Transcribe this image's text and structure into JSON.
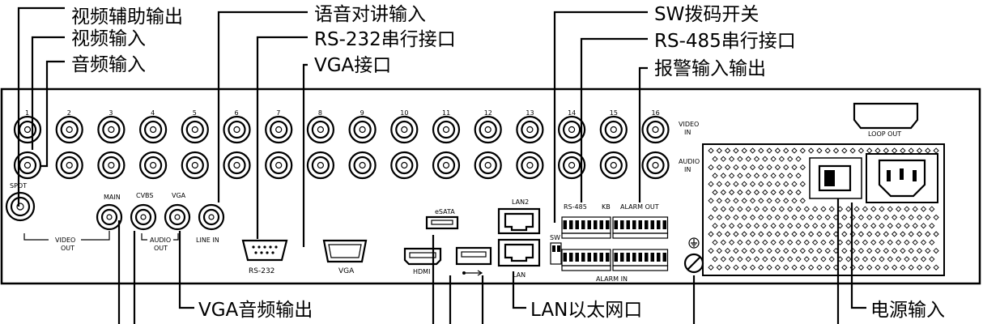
{
  "callouts": {
    "video_aux_out": "视频辅助输出",
    "video_in": "视频输入",
    "audio_in": "音频输入",
    "intercom_in": "语音对讲输入",
    "rs232_port": "RS-232串行接口",
    "vga_port": "VGA接口",
    "sw_dip": "SW拨码开关",
    "rs485_port": "RS-485串行接口",
    "alarm_io": "报警输入输出",
    "vga_audio_out": "VGA音频输出",
    "lan_port": "LAN以太网口",
    "power_in": "电源输入"
  },
  "panel": {
    "channels": [
      "1",
      "2",
      "3",
      "4",
      "5",
      "6",
      "7",
      "8",
      "9",
      "10",
      "11",
      "12",
      "13",
      "14",
      "15",
      "16"
    ],
    "video_in_label": [
      "VIDEO",
      "IN"
    ],
    "audio_in_label": [
      "AUDIO",
      "IN"
    ],
    "spot": "SPOT",
    "main": "MAIN",
    "cvbs": "CVBS",
    "vga_small": "VGA",
    "video_out": [
      "VIDEO",
      "OUT"
    ],
    "audio_out": [
      "AUDIO",
      "OUT"
    ],
    "line_in": "LINE IN",
    "rs232": "RS-232",
    "vga": "VGA",
    "esata": "eSATA",
    "hdmi": "HDMI",
    "lan2": "LAN2",
    "lan": "LAN",
    "rs485": "RS-485",
    "kb": "KB",
    "alarm_out": "ALARM OUT",
    "alarm_in": "ALARM IN",
    "sw": "SW",
    "loop_out": "LOOP OUT"
  }
}
